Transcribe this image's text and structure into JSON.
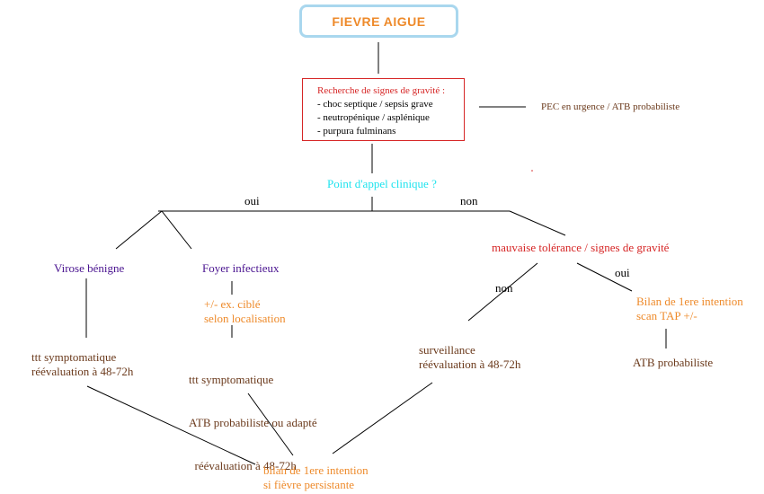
{
  "title": "FIEVRE AIGUE",
  "gravity": {
    "heading": "Recherche de signes de gravité :",
    "items": [
      "- choc septique / sepsis grave",
      "- neutropénique / asplénique",
      "- purpura fulminans"
    ]
  },
  "pec": "PEC en urgence / ATB probabiliste",
  "point_appel": "Point d'appel clinique ?",
  "labels": {
    "oui_left": "oui",
    "non_right": "non",
    "non_mid": "non",
    "oui_right": "oui"
  },
  "virose": "Virose bénigne",
  "foyer": "Foyer infectieux",
  "ex_cible": [
    "+/- ex. ciblé",
    "selon localisation"
  ],
  "mauvaise_tolerance": "mauvaise tolérance / signes de gravité",
  "bilan_right": [
    "Bilan de 1ere intention",
    "scan TAP +/-"
  ],
  "atb_proba": "ATB probabiliste",
  "ttt_virose": [
    "ttt symptomatique",
    "réévaluation à 48-72h"
  ],
  "ttt_foyer": [
    "ttt symptomatique",
    "ATB probabiliste ou adapté",
    "  réévaluation à 48-72h"
  ],
  "surveillance": [
    "surveillance",
    "réévaluation à 48-72h"
  ],
  "bilan_bottom": [
    "bilan de 1ere intention",
    "si fièvre persistante"
  ],
  "colors": {
    "title_text": "#ee8a2a",
    "title_border": "#a9d7ee",
    "red": "#d62626",
    "cyan": "#1ee3ee",
    "purple": "#4a1490",
    "orange": "#ee8a2a",
    "brown": "#6b3a1c"
  }
}
